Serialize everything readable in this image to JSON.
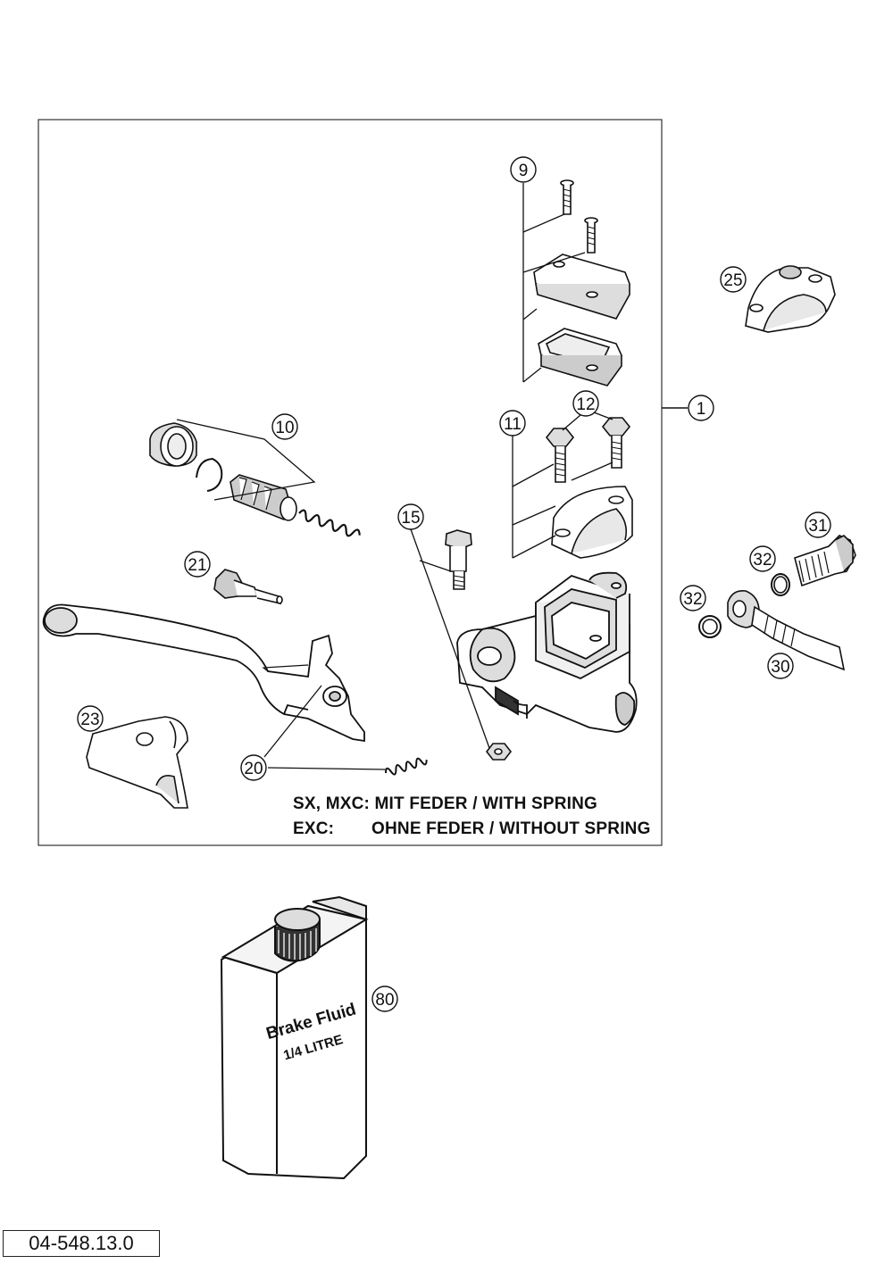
{
  "notes": {
    "line1": "SX, MXC: MIT FEDER / WITH SPRING",
    "line2_model": "EXC:",
    "line2_text": "OHNE FEDER / WITHOUT SPRING"
  },
  "document_number": "04-548.13.0",
  "bottle": {
    "label_line1": "Brake Fluid",
    "label_line2": "1/4 LITRE"
  },
  "callouts": {
    "c1": "1",
    "c9": "9",
    "c10": "10",
    "c11": "11",
    "c12": "12",
    "c15": "15",
    "c20": "20",
    "c21": "21",
    "c23": "23",
    "c25": "25",
    "c30": "30",
    "c31": "31",
    "c32a": "32",
    "c32b": "32",
    "c80": "80"
  }
}
